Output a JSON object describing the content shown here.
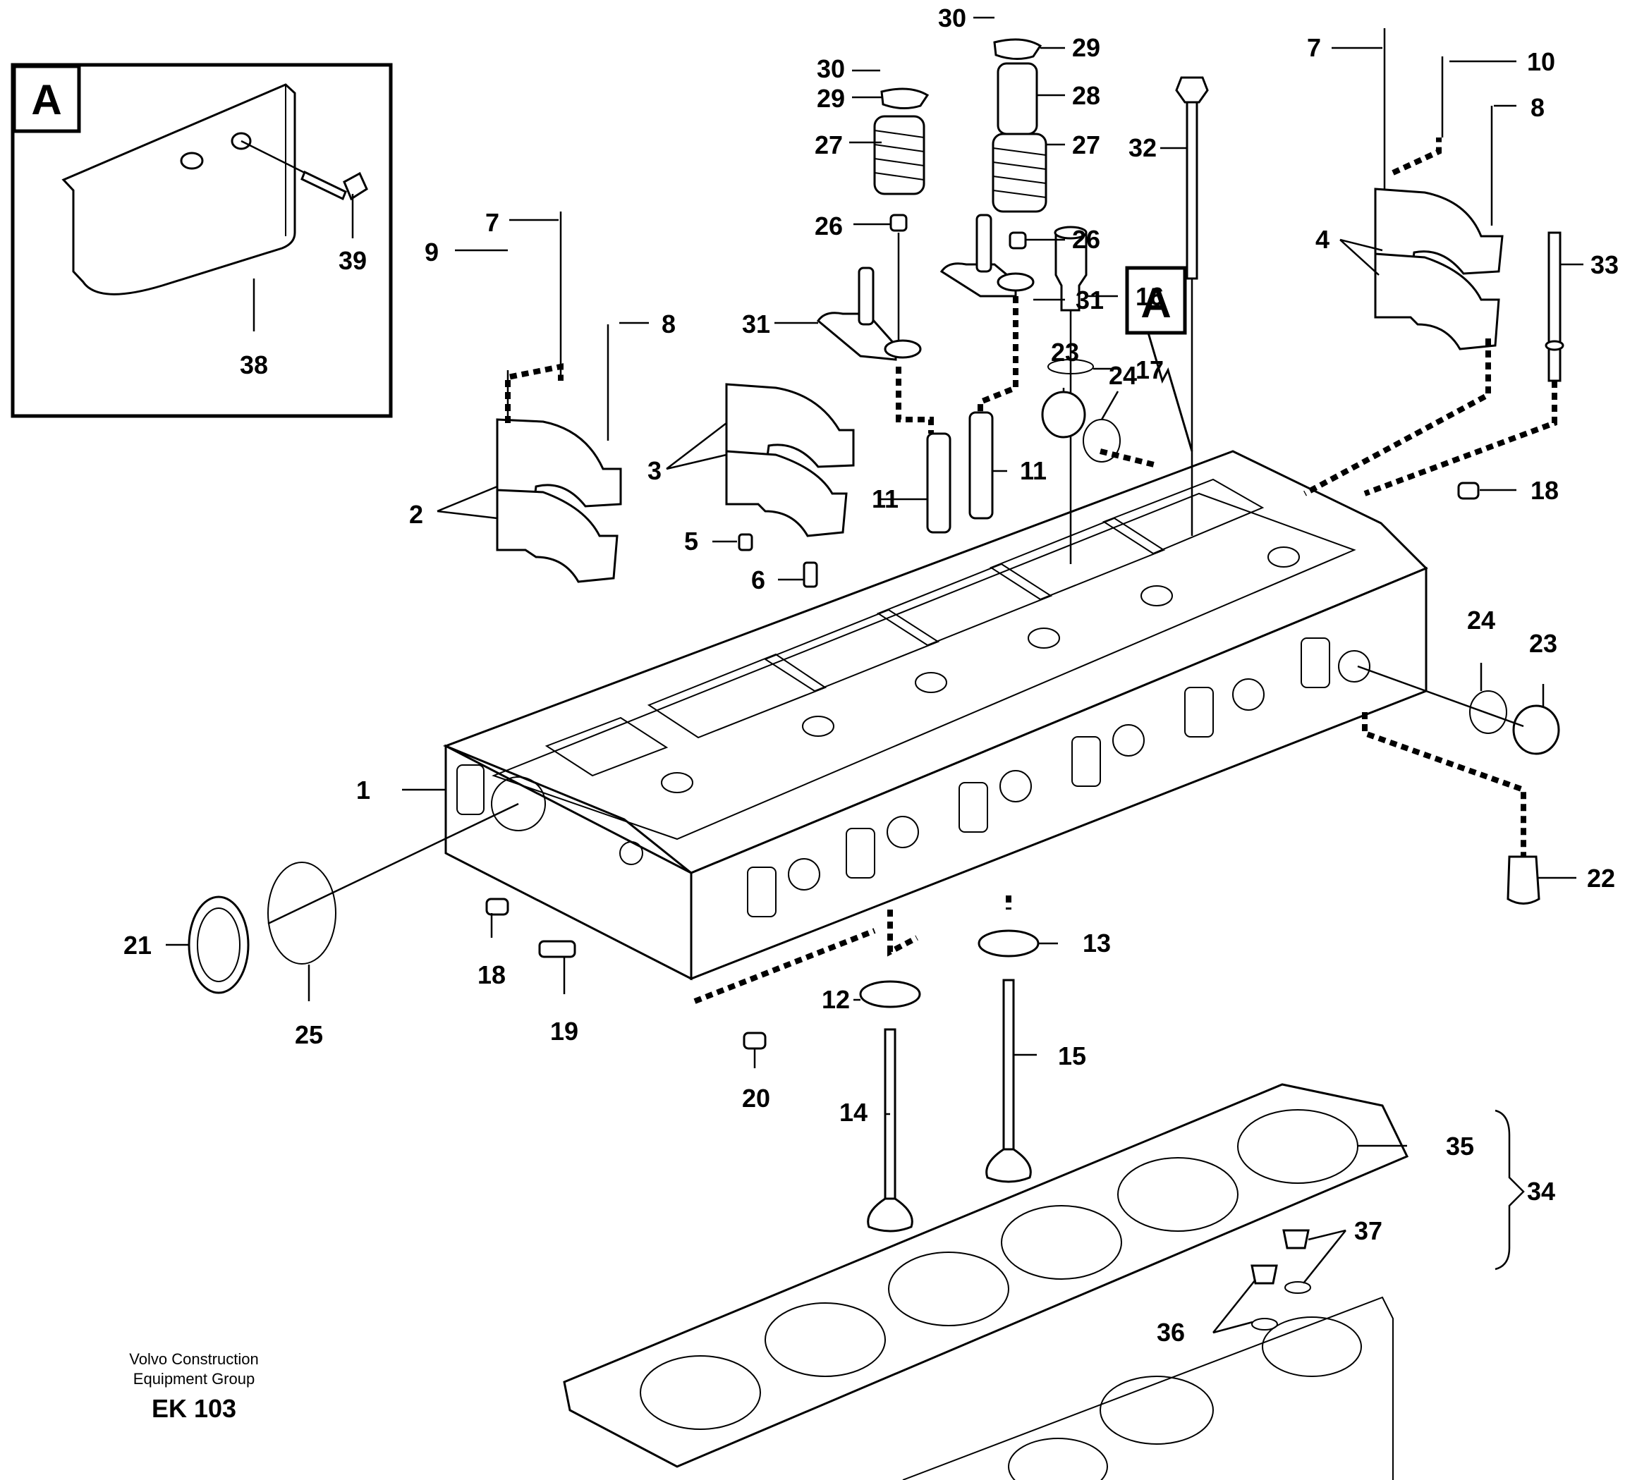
{
  "inset": {
    "badge": "A",
    "labels": [
      "39",
      "38"
    ]
  },
  "detail_ref": "A",
  "callouts": [
    {
      "id": "c1",
      "text": "1"
    },
    {
      "id": "c2",
      "text": "2"
    },
    {
      "id": "c3",
      "text": "3"
    },
    {
      "id": "c4",
      "text": "4"
    },
    {
      "id": "c5",
      "text": "5"
    },
    {
      "id": "c6",
      "text": "6"
    },
    {
      "id": "c7a",
      "text": "7"
    },
    {
      "id": "c7b",
      "text": "7"
    },
    {
      "id": "c8a",
      "text": "8"
    },
    {
      "id": "c8b",
      "text": "8"
    },
    {
      "id": "c9",
      "text": "9"
    },
    {
      "id": "c10",
      "text": "10"
    },
    {
      "id": "c11a",
      "text": "11"
    },
    {
      "id": "c11b",
      "text": "11"
    },
    {
      "id": "c12",
      "text": "12"
    },
    {
      "id": "c13",
      "text": "13"
    },
    {
      "id": "c14",
      "text": "14"
    },
    {
      "id": "c15",
      "text": "15"
    },
    {
      "id": "c16",
      "text": "16"
    },
    {
      "id": "c17",
      "text": "17"
    },
    {
      "id": "c18a",
      "text": "18"
    },
    {
      "id": "c18b",
      "text": "18"
    },
    {
      "id": "c19",
      "text": "19"
    },
    {
      "id": "c20",
      "text": "20"
    },
    {
      "id": "c21",
      "text": "21"
    },
    {
      "id": "c22",
      "text": "22"
    },
    {
      "id": "c23a",
      "text": "23"
    },
    {
      "id": "c23b",
      "text": "23"
    },
    {
      "id": "c24a",
      "text": "24"
    },
    {
      "id": "c24b",
      "text": "24"
    },
    {
      "id": "c25",
      "text": "25"
    },
    {
      "id": "c26a",
      "text": "26"
    },
    {
      "id": "c26b",
      "text": "26"
    },
    {
      "id": "c27a",
      "text": "27"
    },
    {
      "id": "c27b",
      "text": "27"
    },
    {
      "id": "c28",
      "text": "28"
    },
    {
      "id": "c29a",
      "text": "29"
    },
    {
      "id": "c29b",
      "text": "29"
    },
    {
      "id": "c30a",
      "text": "30"
    },
    {
      "id": "c30b",
      "text": "30"
    },
    {
      "id": "c31a",
      "text": "31"
    },
    {
      "id": "c31b",
      "text": "31"
    },
    {
      "id": "c32",
      "text": "32"
    },
    {
      "id": "c33",
      "text": "33"
    },
    {
      "id": "c34",
      "text": "34"
    },
    {
      "id": "c35",
      "text": "35"
    },
    {
      "id": "c36",
      "text": "36"
    },
    {
      "id": "c37",
      "text": "37"
    }
  ],
  "footer": {
    "line1": "Volvo Construction",
    "line2": "Equipment Group",
    "code": "EK 103"
  }
}
